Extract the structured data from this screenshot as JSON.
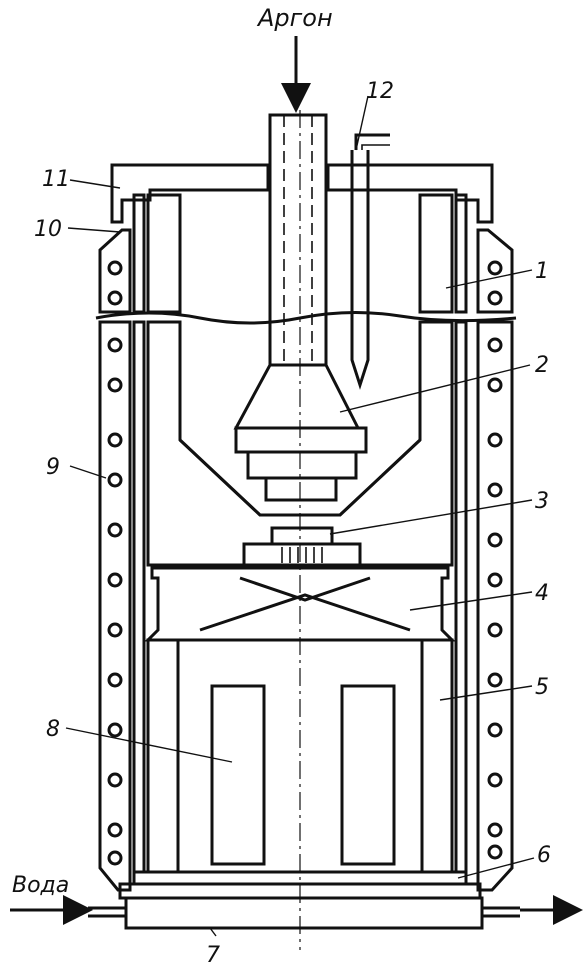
{
  "labels": {
    "gas_inlet": "Аргон",
    "water": "Вода",
    "parts": [
      "1",
      "2",
      "3",
      "4",
      "5",
      "6",
      "7",
      "8",
      "9",
      "10",
      "11",
      "12"
    ]
  }
}
